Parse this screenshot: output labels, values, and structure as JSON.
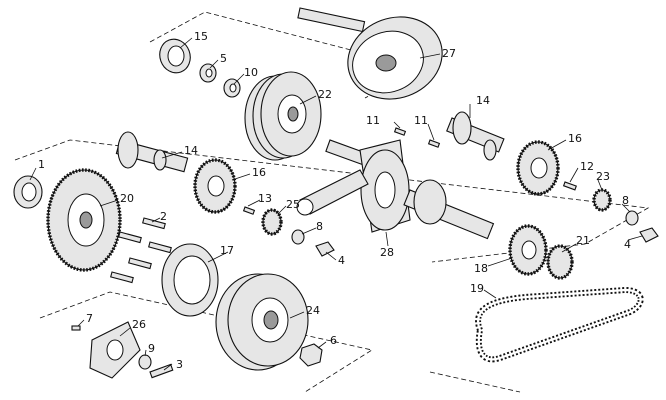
{
  "diagram": {
    "type": "exploded parts view",
    "callouts": [
      "1",
      "2",
      "3",
      "4",
      "4",
      "5",
      "6",
      "7",
      "8",
      "8",
      "9",
      "10",
      "11",
      "11",
      "12",
      "13",
      "14",
      "14",
      "15",
      "16",
      "16",
      "17",
      "18",
      "19",
      "20",
      "21",
      "22",
      "23",
      "24",
      "25",
      "26",
      "27",
      "28"
    ]
  }
}
